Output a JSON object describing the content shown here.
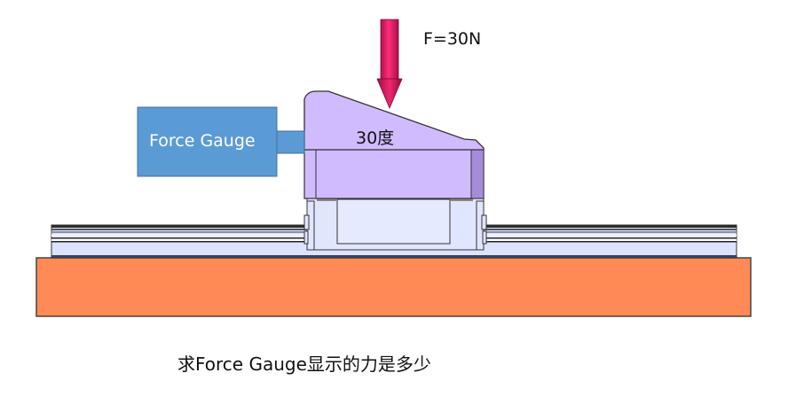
{
  "diagram": {
    "force_label": "F=30N",
    "angle_label": "30度",
    "gauge_label": "Force Gauge",
    "question": "求Force Gauge显示的力是多少",
    "colors": {
      "base": "#FF8A55",
      "rail": "#DDE3FF",
      "slider_block": "#D1BBFF",
      "slider_side": "#A68CDB",
      "carriage": "#E1E6FF",
      "gauge": "#5B9BD5",
      "arrow": "#E8206A"
    }
  }
}
